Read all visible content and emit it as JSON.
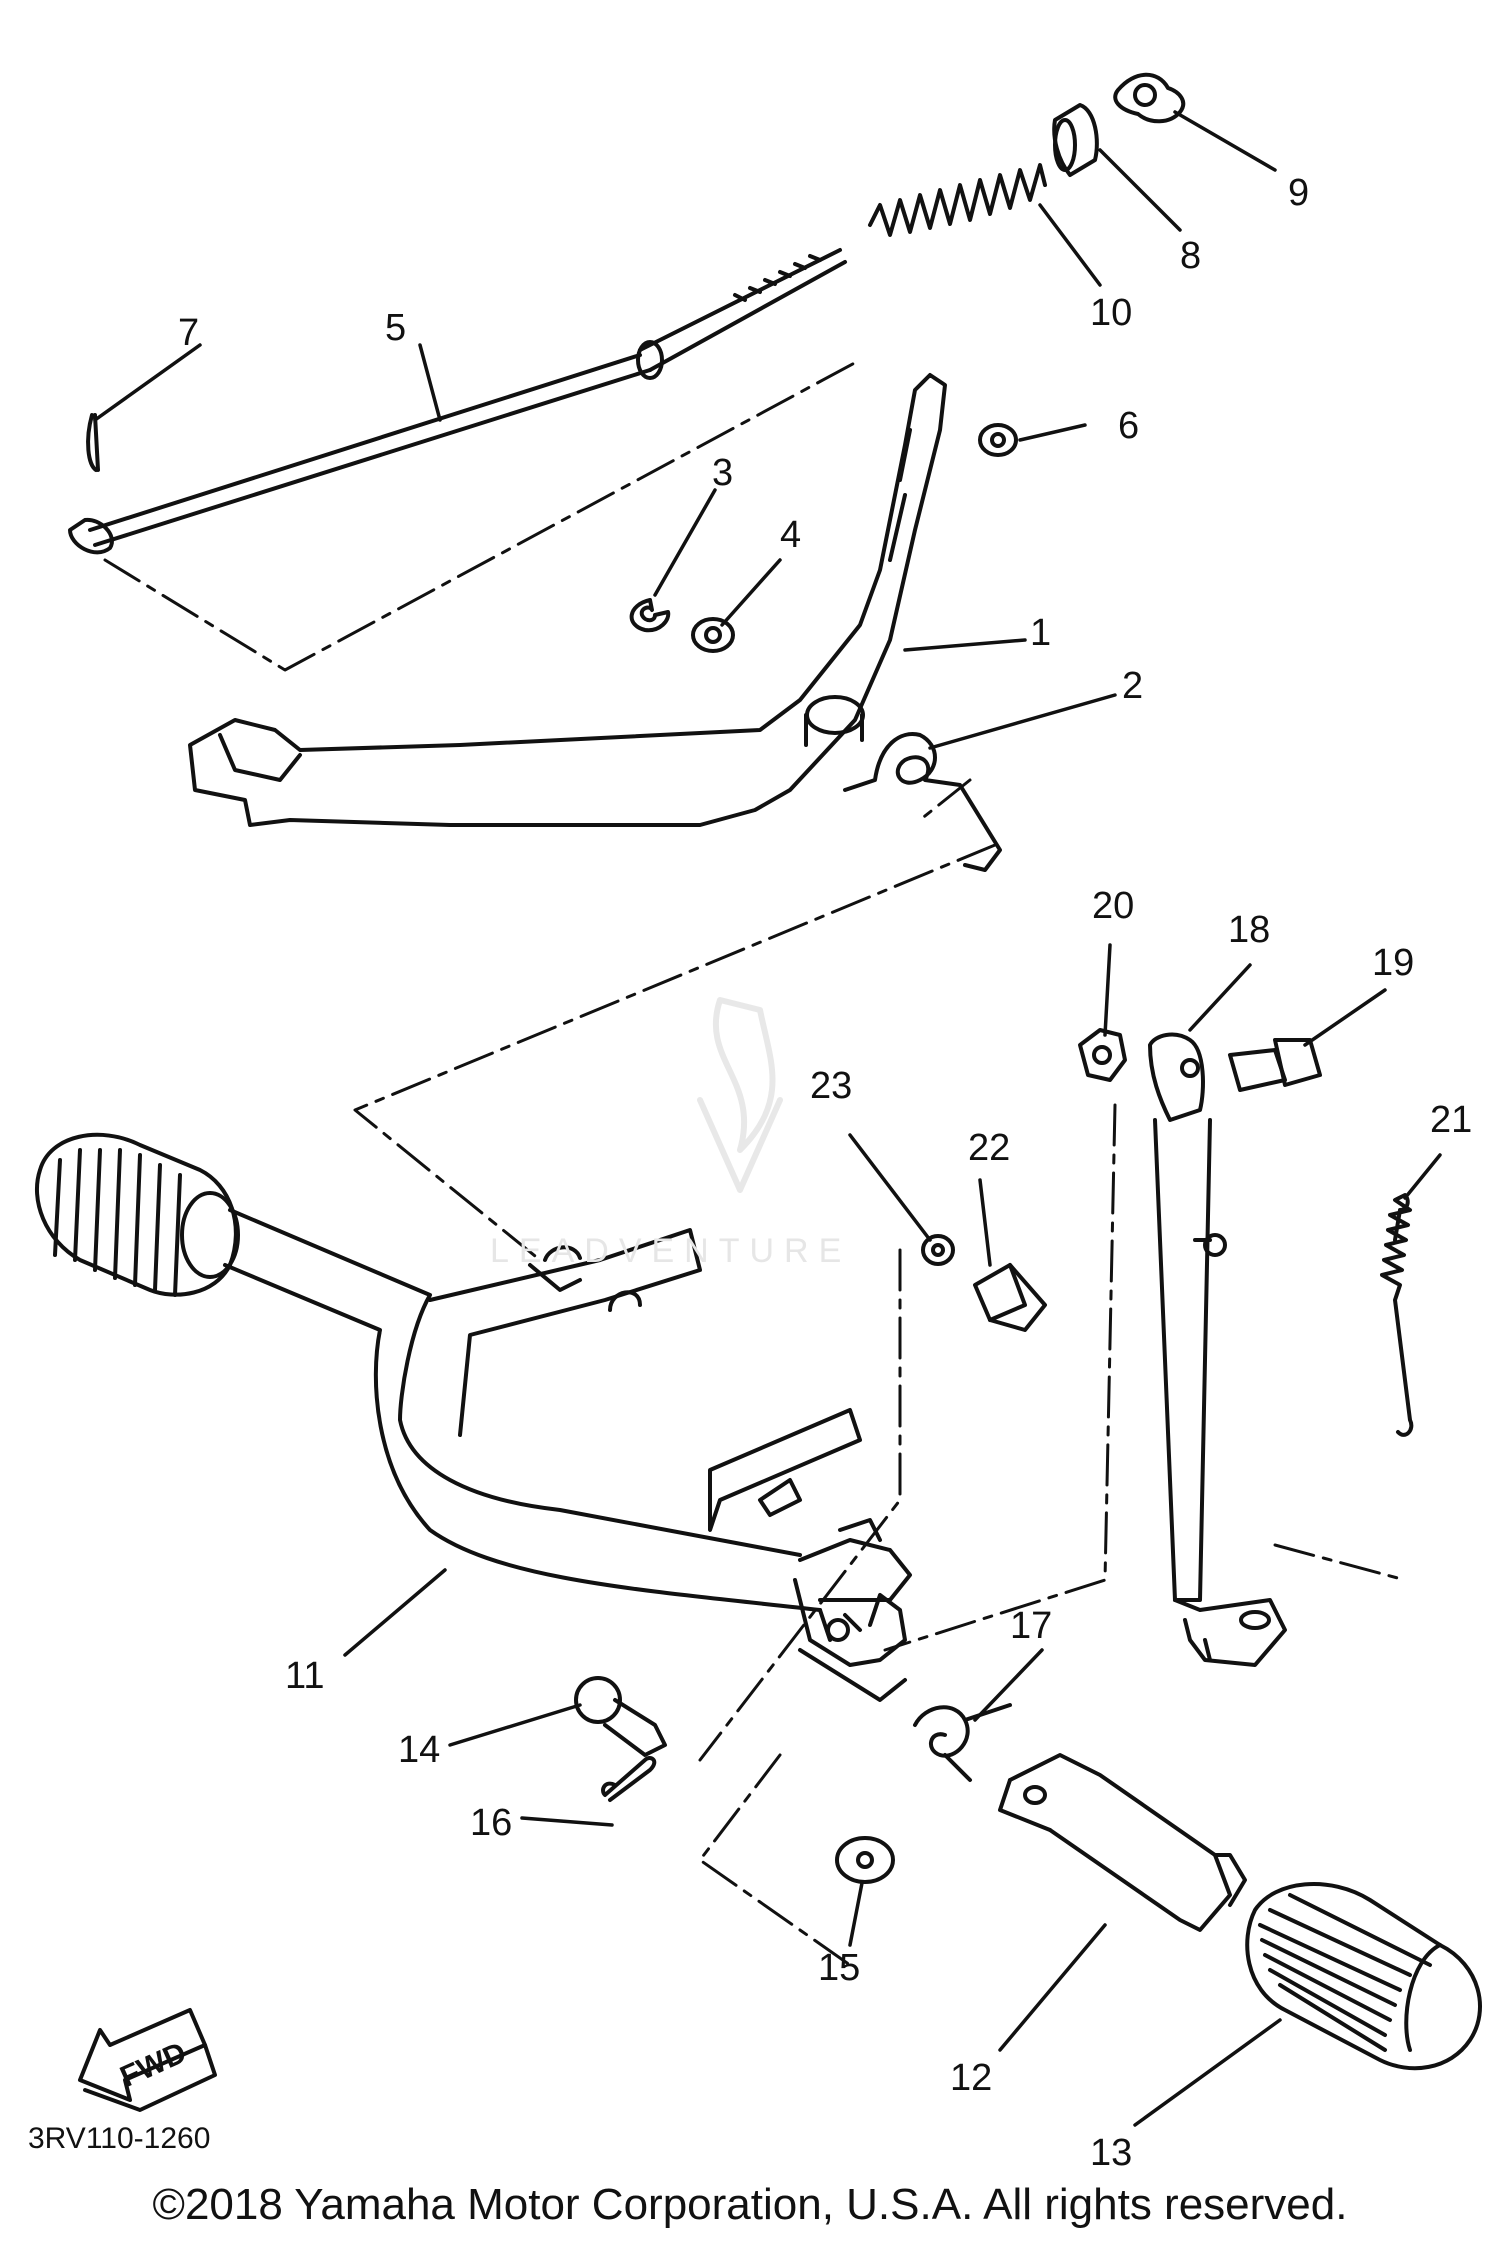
{
  "callouts": {
    "c1": "1",
    "c2": "2",
    "c3": "3",
    "c4": "4",
    "c5": "5",
    "c6": "6",
    "c7": "7",
    "c8": "8",
    "c9": "9",
    "c10": "10",
    "c11": "11",
    "c12": "12",
    "c13": "13",
    "c14": "14",
    "c15": "15",
    "c16": "16",
    "c17": "17",
    "c18": "18",
    "c19": "19",
    "c20": "20",
    "c21": "21",
    "c22": "22",
    "c23": "23"
  },
  "fwd_label": "FWD",
  "part_code": "3RV110-1260",
  "copyright": "©2018 Yamaha Motor Corporation, U.S.A. All rights reserved.",
  "watermark": "LEADVENTURE",
  "colors": {
    "ink": "#111111",
    "watermark": "#e6e6e6"
  }
}
